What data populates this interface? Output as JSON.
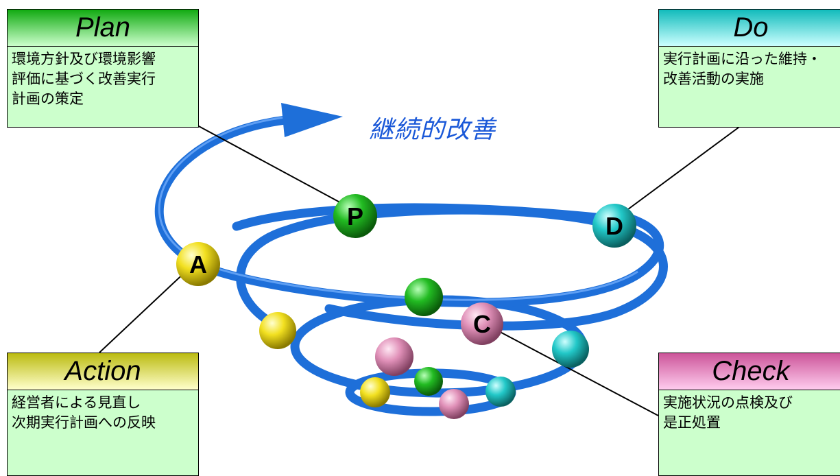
{
  "title": "継続的改善",
  "boxes": {
    "plan": {
      "heading": "Plan",
      "text": "環境方針及び環境影響\n評価に基づく改善実行\n計画の策定"
    },
    "do": {
      "heading": "Do",
      "text": "実行計画に沿った維持・\n改善活動の実施"
    },
    "action": {
      "heading": "Action",
      "text": "経営者による見直し\n次期実行計画への反映"
    },
    "check": {
      "heading": "Check",
      "text": "実施状況の点検及び\n是正処置"
    }
  },
  "markers": {
    "plan": "P",
    "do": "D",
    "check": "C",
    "action": "A"
  },
  "colors": {
    "spiral": "#1e6fd9",
    "plan": "#22bb22",
    "do": "#22c8c8",
    "check": "#e090b8",
    "action": "#f2e020",
    "title": "#1a58d8"
  }
}
